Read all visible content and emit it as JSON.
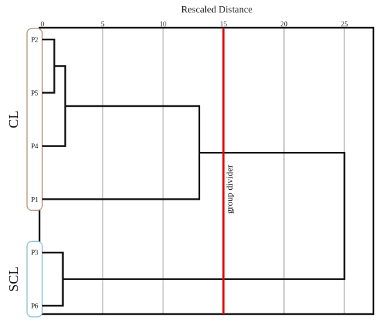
{
  "chart_data": {
    "type": "dendrogram",
    "title": "Rescaled Distance",
    "xlim": [
      0,
      27
    ],
    "x_ticks": [
      0,
      5,
      10,
      15,
      20,
      25
    ],
    "x_tick_labels": [
      "0",
      "5",
      "10",
      "15",
      "20",
      "25"
    ],
    "grid": true,
    "leaves": [
      "P2",
      "P5",
      "P4",
      "P1",
      "P3",
      "P6"
    ],
    "merges": [
      {
        "left": "P2",
        "right": "P5",
        "height": 1
      },
      {
        "left": "P2+P5",
        "right": "P4",
        "height": 1.9
      },
      {
        "left": "P2+P5+P4",
        "right": "P1",
        "height": 13
      },
      {
        "left": "P3",
        "right": "P6",
        "height": 1.7
      },
      {
        "left": "P2+P5+P4+P1",
        "right": "P3+P6",
        "height": 25
      }
    ],
    "groups": [
      {
        "label": "CL",
        "members": [
          "P2",
          "P5",
          "P4",
          "P1"
        ],
        "bracket_color": "#b89a8a"
      },
      {
        "label": "SCL",
        "members": [
          "P3",
          "P6"
        ],
        "bracket_color": "#8fc6d6"
      }
    ],
    "divider": {
      "value": 15,
      "label": "group divider",
      "color": "#e00000"
    }
  }
}
